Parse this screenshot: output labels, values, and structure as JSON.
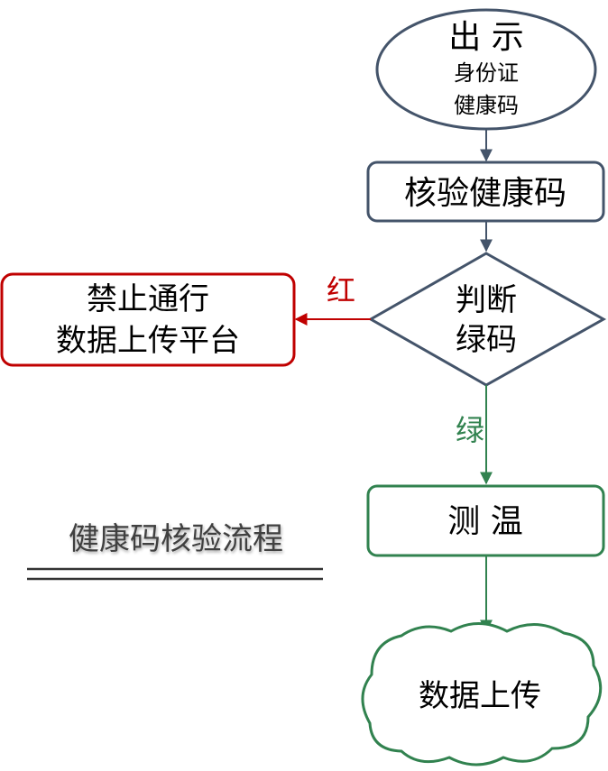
{
  "nodes": {
    "start": {
      "line1": "出 示",
      "line2": "身份证",
      "line3": "健康码"
    },
    "verify": {
      "label": "核验健康码"
    },
    "decision": {
      "line1": "判断",
      "line2": "绿码"
    },
    "deny": {
      "line1": "禁止通行",
      "line2": "数据上传平台"
    },
    "temperature": {
      "label": "测 温"
    },
    "upload": {
      "label": "数据上传"
    }
  },
  "edges": {
    "red_label": "红",
    "green_label": "绿"
  },
  "caption": {
    "title": "健康码核验流程"
  },
  "colors": {
    "navy": "#44546a",
    "red": "#c00000",
    "green": "#31824f"
  }
}
